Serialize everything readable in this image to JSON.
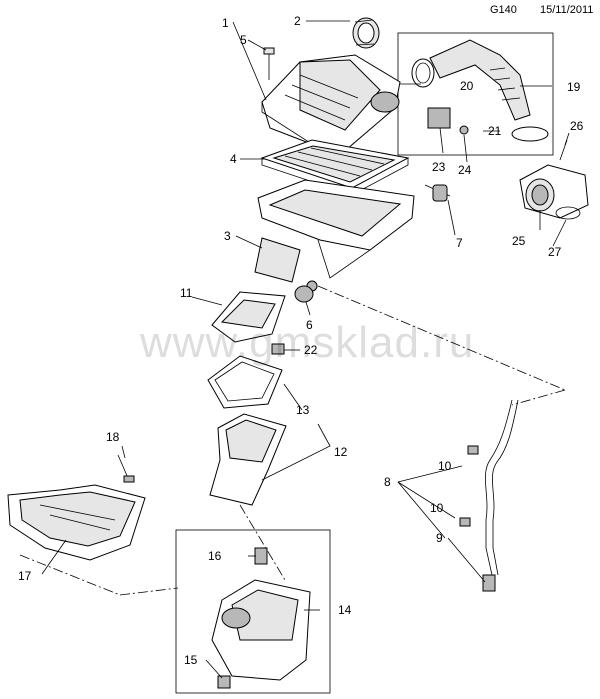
{
  "header": {
    "code": "G140",
    "date": "15/11/2011"
  },
  "watermark": "www.gmsklad.ru",
  "callouts": [
    {
      "id": "c1",
      "text": "1"
    },
    {
      "id": "c2",
      "text": "2"
    },
    {
      "id": "c3",
      "text": "3"
    },
    {
      "id": "c4",
      "text": "4"
    },
    {
      "id": "c5",
      "text": "5"
    },
    {
      "id": "c6",
      "text": "6"
    },
    {
      "id": "c7",
      "text": "7"
    },
    {
      "id": "c8",
      "text": "8"
    },
    {
      "id": "c9",
      "text": "9"
    },
    {
      "id": "c10a",
      "text": "10"
    },
    {
      "id": "c10b",
      "text": "10"
    },
    {
      "id": "c11",
      "text": "11"
    },
    {
      "id": "c12",
      "text": "12"
    },
    {
      "id": "c13",
      "text": "13"
    },
    {
      "id": "c14",
      "text": "14"
    },
    {
      "id": "c15",
      "text": "15"
    },
    {
      "id": "c16",
      "text": "16"
    },
    {
      "id": "c17",
      "text": "17"
    },
    {
      "id": "c18",
      "text": "18"
    },
    {
      "id": "c19",
      "text": "19"
    },
    {
      "id": "c20",
      "text": "20"
    },
    {
      "id": "c21",
      "text": "21"
    },
    {
      "id": "c22",
      "text": "22"
    },
    {
      "id": "c23",
      "text": "23"
    },
    {
      "id": "c24",
      "text": "24"
    },
    {
      "id": "c25",
      "text": "25"
    },
    {
      "id": "c26",
      "text": "26"
    },
    {
      "id": "c27",
      "text": "27"
    }
  ]
}
